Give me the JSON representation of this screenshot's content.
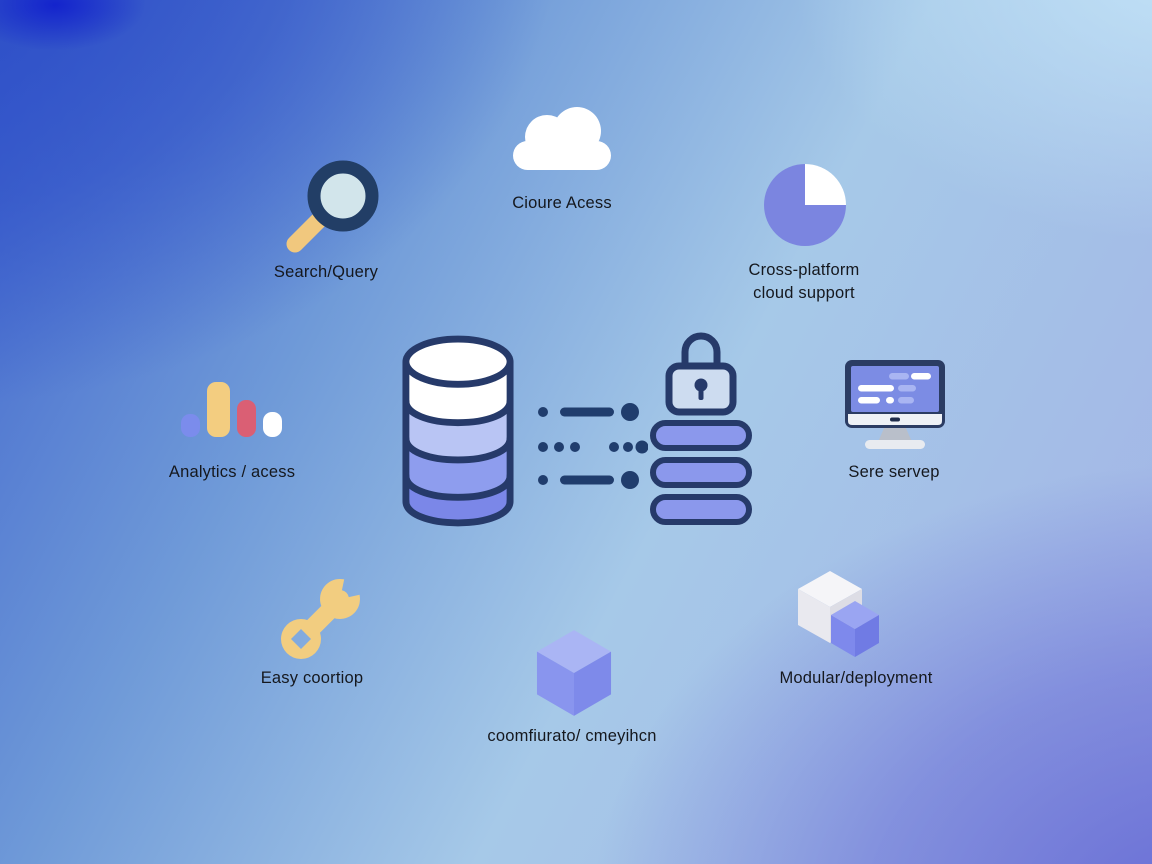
{
  "features": [
    {
      "id": "search-query",
      "icon": "magnifier",
      "label": "Search/Query"
    },
    {
      "id": "cloud-access",
      "icon": "cloud",
      "label": "Cioure Acess"
    },
    {
      "id": "cross-platform",
      "icon": "pie-chart",
      "label_line1": "Cross-platform",
      "label_line2": "cloud support"
    },
    {
      "id": "analytics",
      "icon": "bar-chart",
      "label": "Analytics / acess"
    },
    {
      "id": "server",
      "icon": "monitor",
      "label": "Sere servep"
    },
    {
      "id": "easy-config",
      "icon": "wrench",
      "label": "Easy coortiop"
    },
    {
      "id": "configuration",
      "icon": "cube",
      "label": "coomfiurato/ cmeyihcn"
    },
    {
      "id": "modular-deployment",
      "icon": "two-cubes",
      "label": "Modular/deployment"
    }
  ],
  "center_graphic": {
    "elements": [
      "database-cylinder",
      "data-flow-dots",
      "padlock",
      "secure-stack-pills"
    ]
  },
  "colors": {
    "periwinkle": "#7b85e0",
    "navy_outline": "#263a6a",
    "accent_yellow": "#f2cd80",
    "accent_red": "#da5f74",
    "text": "#15181e",
    "bg_top_left": "#2b4cc7",
    "bg_top_right": "#c4e5f8",
    "bg_bottom_right": "#6266d4",
    "bg_center": "#a6c9e8",
    "bg_corner_blob": "#1221cd"
  }
}
